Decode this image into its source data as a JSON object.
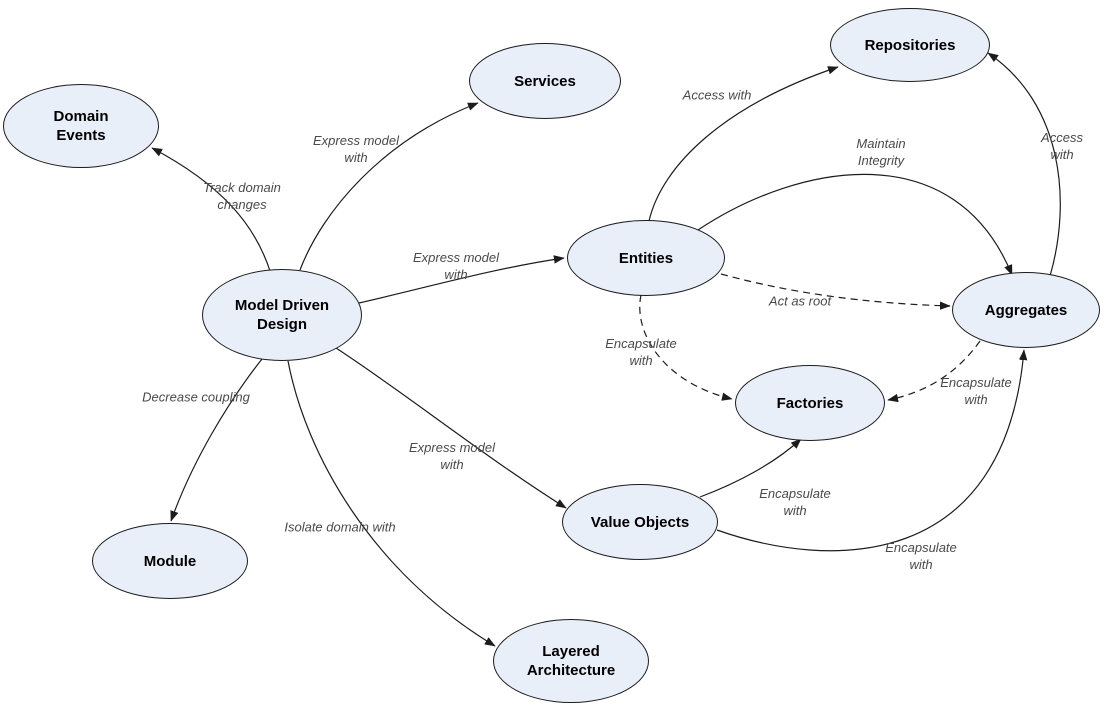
{
  "diagram_title": "Domain Driven Design concept map",
  "colors": {
    "background": "#ffffff",
    "node_fill": "#e9eff9",
    "node_stroke": "#1c1c1c",
    "edge_stroke": "#1c1c1c",
    "edge_label_text": "#4a4a4a",
    "node_text": "#000000"
  },
  "nodes": {
    "domain_events": {
      "label": "Domain\nEvents"
    },
    "services": {
      "label": "Services"
    },
    "repositories": {
      "label": "Repositories"
    },
    "model_driven_design": {
      "label": "Model Driven\nDesign"
    },
    "entities": {
      "label": "Entities"
    },
    "aggregates": {
      "label": "Aggregates"
    },
    "factories": {
      "label": "Factories"
    },
    "value_objects": {
      "label": "Value Objects"
    },
    "module": {
      "label": "Module"
    },
    "layered_architecture": {
      "label": "Layered\nArchitecture"
    }
  },
  "edge_labels": {
    "track_domain_changes": "Track domain\nchanges",
    "express_model_services": "Express model\nwith",
    "express_model_entities": "Express model\nwith",
    "express_model_value_objects": "Express model\nwith",
    "decrease_coupling": "Decrease coupling",
    "isolate_domain_with": "Isolate domain with",
    "access_with_entities_repositories": "Access with",
    "access_with_aggregates_repositories": "Access with",
    "maintain_integrity": "Maintain\nIntegrity",
    "act_as_root": "Act as root",
    "encapsulate_entities_factories": "Encapsulate\nwith",
    "encapsulate_aggregates_factories": "Encapsulate\nwith",
    "encapsulate_value_objects_factories": "Encapsulate\nwith",
    "encapsulate_value_objects_aggregates": "Encapsulate\nwith"
  },
  "chart_data": {
    "type": "graph",
    "nodes": [
      "Domain Events",
      "Services",
      "Repositories",
      "Model Driven Design",
      "Entities",
      "Aggregates",
      "Factories",
      "Value Objects",
      "Module",
      "Layered Architecture"
    ],
    "edges": [
      {
        "from": "Model Driven Design",
        "to": "Domain Events",
        "label": "Track domain changes",
        "style": "solid"
      },
      {
        "from": "Model Driven Design",
        "to": "Services",
        "label": "Express model with",
        "style": "solid"
      },
      {
        "from": "Model Driven Design",
        "to": "Entities",
        "label": "Express model with",
        "style": "solid"
      },
      {
        "from": "Model Driven Design",
        "to": "Value Objects",
        "label": "Express model with",
        "style": "solid"
      },
      {
        "from": "Model Driven Design",
        "to": "Module",
        "label": "Decrease coupling",
        "style": "solid"
      },
      {
        "from": "Model Driven Design",
        "to": "Layered Architecture",
        "label": "Isolate domain with",
        "style": "solid"
      },
      {
        "from": "Entities",
        "to": "Repositories",
        "label": "Access with",
        "style": "solid"
      },
      {
        "from": "Entities",
        "to": "Aggregates",
        "label": "Maintain Integrity",
        "style": "solid"
      },
      {
        "from": "Entities",
        "to": "Aggregates",
        "label": "Act as root",
        "style": "dashed"
      },
      {
        "from": "Entities",
        "to": "Factories",
        "label": "Encapsulate with",
        "style": "dashed"
      },
      {
        "from": "Aggregates",
        "to": "Repositories",
        "label": "Access with",
        "style": "solid"
      },
      {
        "from": "Aggregates",
        "to": "Factories",
        "label": "Encapsulate with",
        "style": "dashed"
      },
      {
        "from": "Value Objects",
        "to": "Factories",
        "label": "Encapsulate with",
        "style": "solid"
      },
      {
        "from": "Value Objects",
        "to": "Aggregates",
        "label": "Encapsulate with",
        "style": "solid"
      }
    ]
  }
}
